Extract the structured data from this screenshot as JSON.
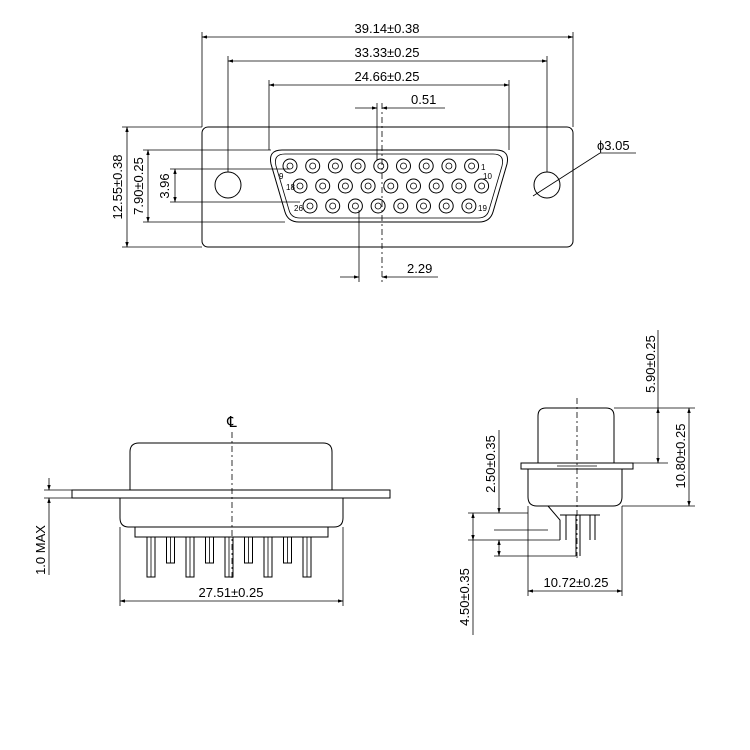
{
  "colors": {
    "line": "#000000",
    "background": "#ffffff"
  },
  "front_view": {
    "dims": {
      "overall_width": "39.14±0.38",
      "mount_hole_spacing": "33.33±0.25",
      "shell_width": "24.66±0.25",
      "pin_offset": "0.51",
      "hole_diameter": "ϕ3.05",
      "overall_height": "12.55±0.38",
      "shell_height": "7.90±0.25",
      "row_spacing": "3.96",
      "pin_pitch": "2.29"
    },
    "pin_labels": {
      "p1": "1",
      "p9": "9",
      "p10": "10",
      "p18": "18",
      "p19": "19",
      "p26": "26"
    },
    "pin_rows": [
      9,
      9,
      8
    ]
  },
  "bottom_view": {
    "centerline_symbol": "℄",
    "dims": {
      "flange_thickness": "1.0 MAX",
      "pin_span": "27.51±0.25"
    }
  },
  "side_view": {
    "dims": {
      "shell_depth": "5.90±0.25",
      "overall_depth": "10.80±0.25",
      "standoff": "2.50±0.35",
      "tail_length": "4.50±0.35",
      "body_width": "10.72±0.25"
    }
  }
}
